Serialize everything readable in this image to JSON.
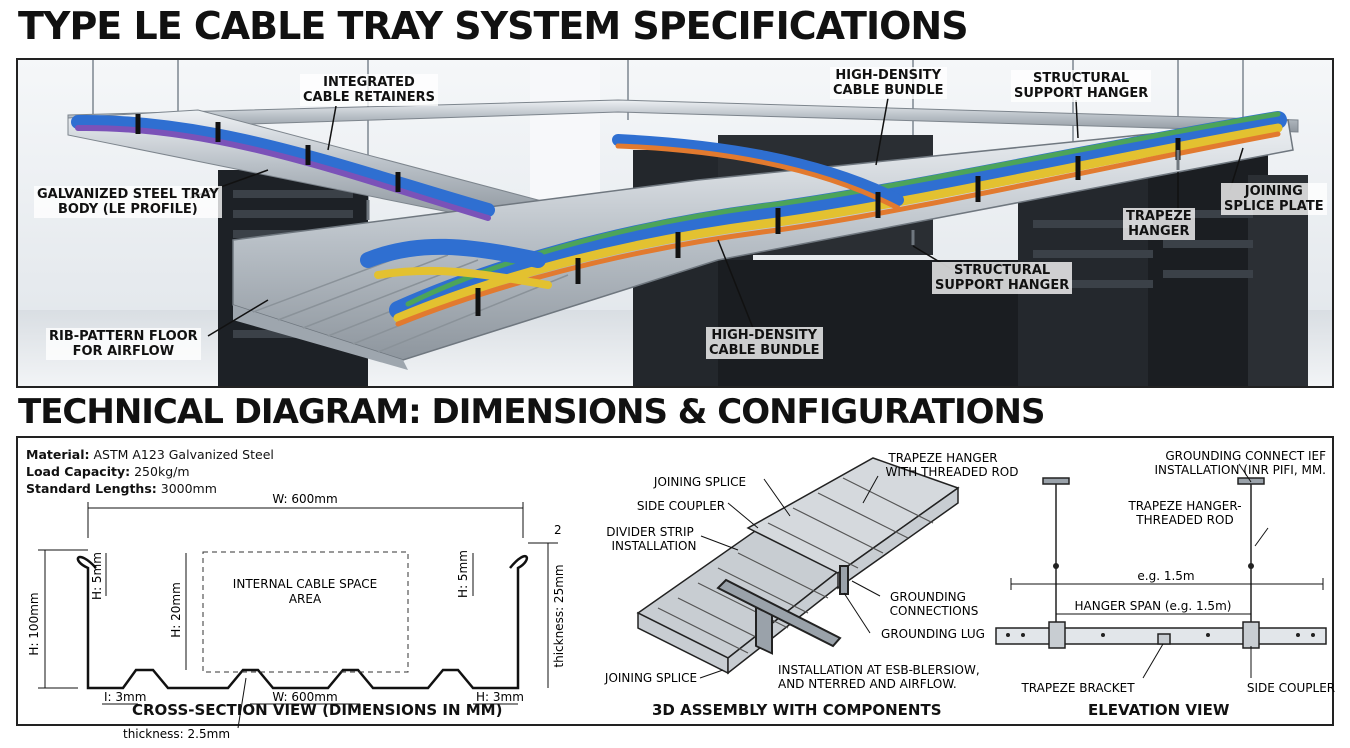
{
  "titles": {
    "main": "TYPE LE CABLE TRAY SYSTEM SPECIFICATIONS",
    "technical": "TECHNICAL DIAGRAM: DIMENSIONS & CONFIGURATIONS"
  },
  "photo_callouts": {
    "integrated_retainers": "INTEGRATED\nCABLE RETAINERS",
    "bundle_top": "HIGH-DENSITY\nCABLE BUNDLE",
    "support_hanger_top": "STRUCTURAL\nSUPPORT HANGER",
    "tray_body": "GALVANIZED STEEL TRAY\nBODY (LE PROFILE)",
    "joining_splice_plate": "JOINING\nSPLICE PLATE",
    "trapeze_hanger": "TRAPEZE\nHANGER",
    "support_hanger_mid": "STRUCTURAL\nSUPPORT HANGER",
    "rib_floor": "RIB-PATTERN FLOOR\nFOR AIRFLOW",
    "bundle_bottom": "HIGH-DENSITY\nCABLE BUNDLE"
  },
  "specs": [
    {
      "label": "Material:",
      "value": "ASTM A123 Galvanized Steel"
    },
    {
      "label": "Load Capacity:",
      "value": "250kg/m"
    },
    {
      "label": "Standard Lengths:",
      "value": "3000mm"
    }
  ],
  "cross_section": {
    "width_top": "W: 600mm",
    "dim_2": "2",
    "height_left": "H: 100mm",
    "lip_left": "H: 5mm",
    "inner_height": "H: 20mm",
    "space_label_1": "INTERNAL CABLE SPACE",
    "space_label_2": "AREA",
    "lip_right": "H: 5mm",
    "thickness_right": "thickness: 25mm",
    "rib_left": "I: 3mm",
    "width_bottom": "W: 600mm",
    "rib_right": "H: 3mm",
    "thickness_bottom": "thickness: 2.5mm",
    "caption": "CROSS-SECTION VIEW (DIMENSIONS IN MM)"
  },
  "assembly": {
    "joining_splice_top": "JOINING SPLICE",
    "side_coupler": "SIDE COUPLER",
    "divider_1": "DIVIDER STRIP",
    "divider_2": "INSTALLATION",
    "trapeze_1": "TRAPEZE HANGER",
    "trapeze_2": "WITH THREADED ROD",
    "grounding_conn_1": "GROUNDING",
    "grounding_conn_2": "CONNECTIONS",
    "grounding_lug": "GROUNDING LUG",
    "joining_splice_bottom": "JOINING SPLICE",
    "install_1": "INSTALLATION AT ESB-BLERSIOW,",
    "install_2": "AND NTERRED AND AIRFLOW.",
    "caption": "3D ASSEMBLY WITH COMPONENTS"
  },
  "elevation": {
    "ground_1": "GROUNDING CONNECT IEF",
    "ground_2": "INSTALLATION (INR PIFI, MM.",
    "rod_1": "TRAPEZE HANGER-",
    "rod_2": "THREADED ROD",
    "span_top": "e.g. 1.5m",
    "span_inner": "HANGER SPAN (e.g. 1.5m)",
    "bracket": "TRAPEZE BRACKET",
    "coupler": "SIDE COUPLER",
    "caption": "ELEVATION VIEW"
  }
}
